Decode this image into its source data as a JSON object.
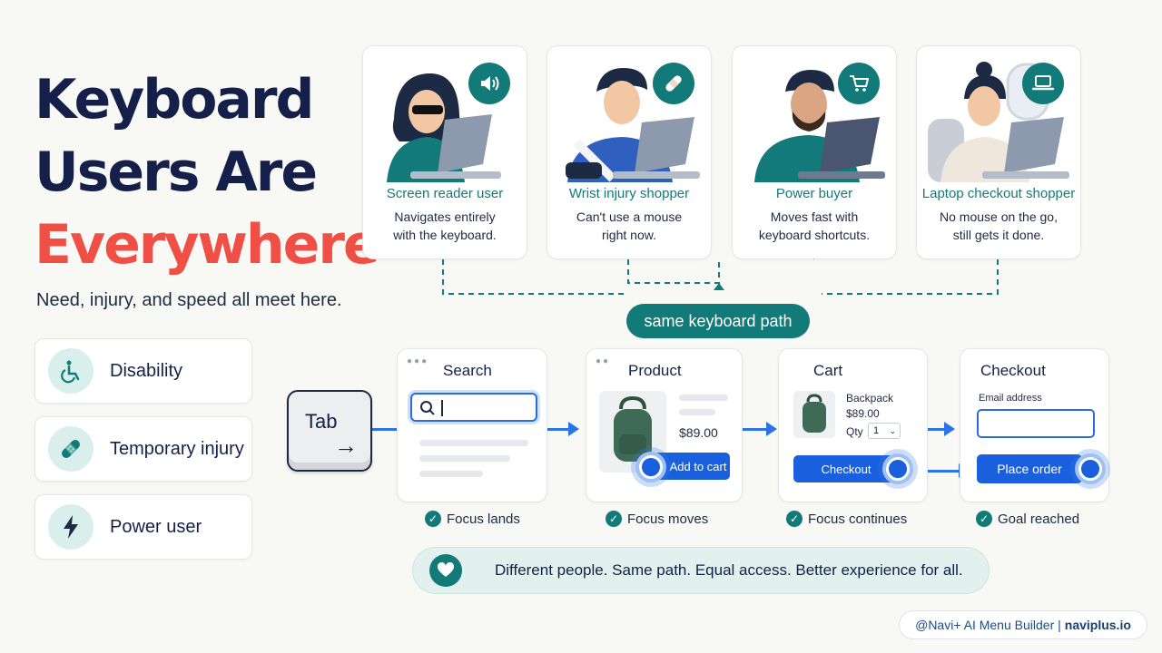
{
  "headline": {
    "line1": "Keyboard",
    "line2": "Users Are",
    "line3": "Everywhere"
  },
  "subtitle": "Need, injury, and speed all meet here.",
  "reasons": [
    {
      "label": "Disability",
      "icon": "wheelchair-icon"
    },
    {
      "label": "Temporary injury",
      "icon": "bandage-icon"
    },
    {
      "label": "Power user",
      "icon": "lightning-icon"
    }
  ],
  "personas": [
    {
      "name": "Screen reader user",
      "desc1": "Navigates entirely",
      "desc2": "with the keyboard.",
      "icon": "speaker-icon"
    },
    {
      "name": "Wrist injury shopper",
      "desc1": "Can't use a mouse",
      "desc2": "right now.",
      "icon": "bandage-icon"
    },
    {
      "name": "Power buyer",
      "desc1": "Moves fast with",
      "desc2": "keyboard shortcuts.",
      "icon": "cart-icon"
    },
    {
      "name": "Laptop checkout shopper",
      "desc1": "No mouse on the go,",
      "desc2": "still gets it done.",
      "icon": "laptop-icon"
    }
  ],
  "path_label": "same keyboard path",
  "tab_key": {
    "label": "Tab",
    "arrow": "→"
  },
  "steps": {
    "search": {
      "title": "Search",
      "status": "Focus lands"
    },
    "product": {
      "title": "Product",
      "price": "$89.00",
      "button": "Add to cart",
      "status": "Focus moves"
    },
    "cart": {
      "title": "Cart",
      "item": "Backpack",
      "price": "$89.00",
      "qty_label": "Qty",
      "qty_value": "1",
      "button": "Checkout",
      "status": "Focus continues"
    },
    "checkout": {
      "title": "Checkout",
      "field_label": "Email address",
      "button": "Place order",
      "status": "Goal reached"
    }
  },
  "banner": "Different people. Same path. Equal access. Better experience for all.",
  "credit": {
    "left": "@Navi+ AI Menu Builder |",
    "right": "naviplus.io"
  },
  "colors": {
    "navy": "#14204a",
    "accent_red": "#ef4f45",
    "teal": "#127a78",
    "focus_blue": "#1a5fdd"
  }
}
